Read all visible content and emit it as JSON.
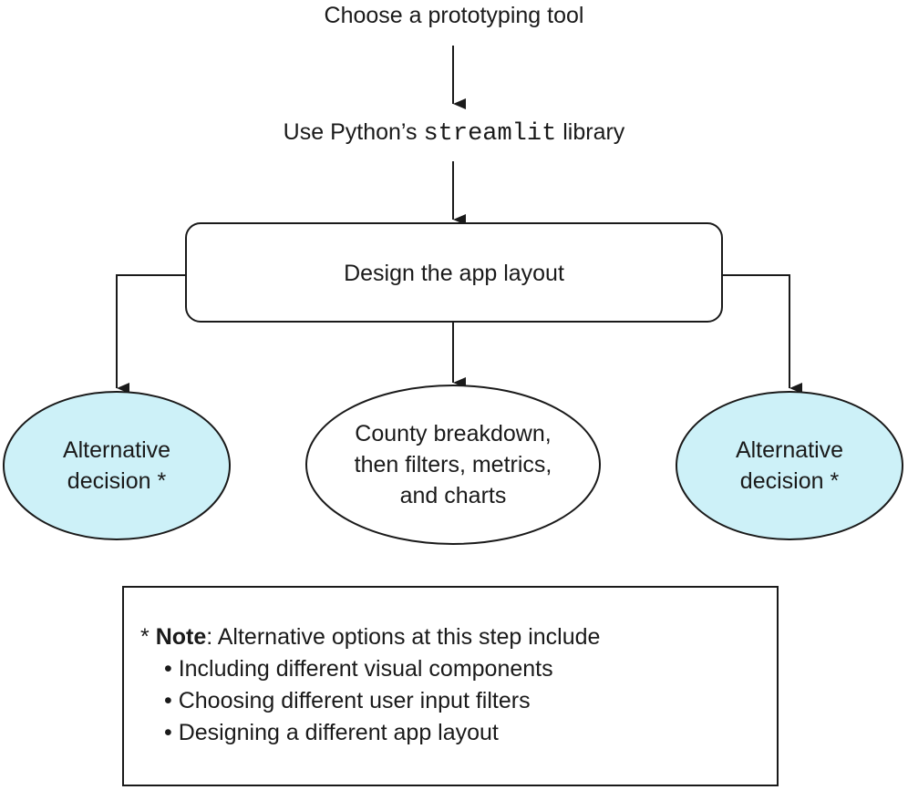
{
  "steps": {
    "step1": "Choose a prototyping tool",
    "step2_pre": "Use Python’s ",
    "step2_code": "streamlit",
    "step2_post": " library",
    "step3": "Design the app layout"
  },
  "options": {
    "left": [
      "Alternative",
      "decision *"
    ],
    "center": [
      "County breakdown,",
      "then filters, metrics,",
      "and charts"
    ],
    "right": [
      "Alternative",
      "decision *"
    ]
  },
  "note": {
    "prefix": "* ",
    "bold": "Note",
    "rest": ": Alternative options at this step include",
    "bullets": [
      "Including different visual components",
      "Choosing different user input filters",
      "Designing a different app layout"
    ]
  },
  "colors": {
    "alt_fill": "#cdf1f8",
    "stroke": "#1a1a1a"
  }
}
